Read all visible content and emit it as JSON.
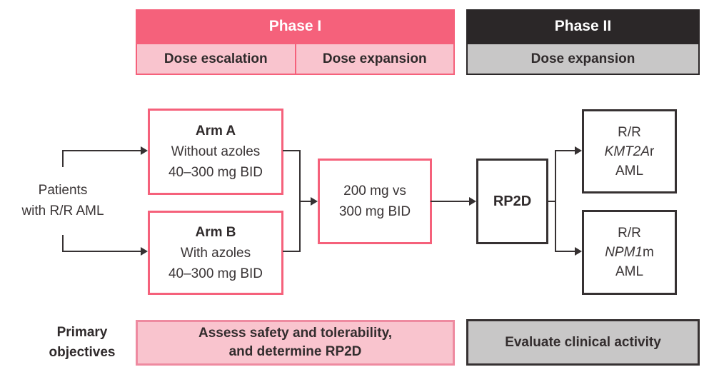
{
  "colors": {
    "pink": "#f5617b",
    "pink_light": "#f9c4ce",
    "pink_border_soft": "#ee8aa0",
    "near_black": "#2b2728",
    "gray": "#c8c7c7",
    "line": "#363132"
  },
  "phase1": {
    "title": "Phase I",
    "columns": [
      "Dose escalation",
      "Dose expansion"
    ]
  },
  "phase2": {
    "title": "Phase II",
    "columns": [
      "Dose expansion"
    ]
  },
  "patients_label": {
    "line1": "Patients",
    "line2": "with R/R AML"
  },
  "boxes": {
    "arm_a": {
      "title": "Arm A",
      "line2": "Without azoles",
      "line3": "40–300 mg BID"
    },
    "arm_b": {
      "title": "Arm B",
      "line2": "With azoles",
      "line3": "40–300 mg BID"
    },
    "dose_compare": {
      "line1": "200 mg vs",
      "line2": "300 mg BID"
    },
    "rp2d": {
      "label": "RP2D"
    },
    "kmt2ar": {
      "line1": "R/R",
      "gene": "KMT2A",
      "gene_suffix": "r",
      "line3": "AML"
    },
    "npm1m": {
      "line1": "R/R",
      "gene": "NPM1",
      "gene_suffix": "m",
      "line3": "AML"
    }
  },
  "objectives": {
    "label_line1": "Primary",
    "label_line2": "objectives",
    "phase1_line1": "Assess safety and tolerability,",
    "phase1_line2": "and determine RP2D",
    "phase2_text": "Evaluate clinical activity"
  }
}
